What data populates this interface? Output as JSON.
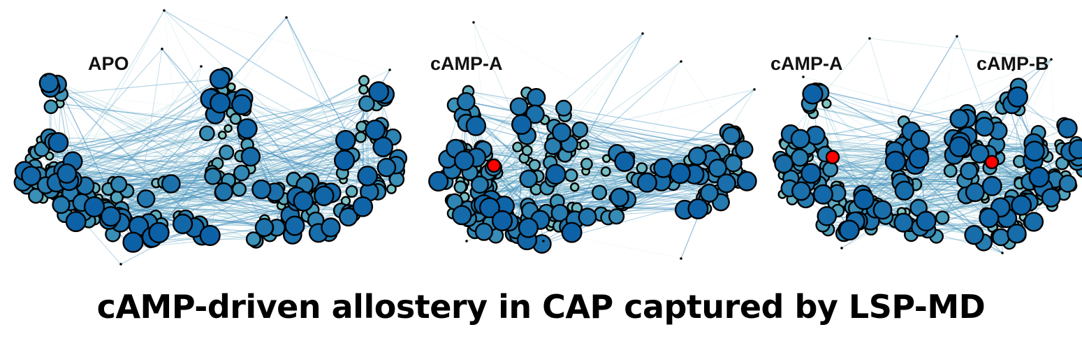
{
  "figure": {
    "caption": "cAMP-driven allostery in CAP captured by LSP-MD",
    "panels": [
      {
        "id": "apo",
        "labels": [
          "APO"
        ],
        "ligand_sites": 0
      },
      {
        "id": "camp-a",
        "labels": [
          "cAMP-A"
        ],
        "ligand_sites": 1
      },
      {
        "id": "camp-ab",
        "labels": [
          "cAMP-A",
          "cAMP-B"
        ],
        "ligand_sites": 2
      }
    ]
  },
  "colors": {
    "edge_light": "#9fd9cf",
    "edge_dark": "#2f7fb8",
    "node_light": "#8fd0c6",
    "node_mid": "#3f95b9",
    "node_dark": "#0b60a6",
    "node_stroke": "#000000",
    "ligand": "#ff0000"
  }
}
